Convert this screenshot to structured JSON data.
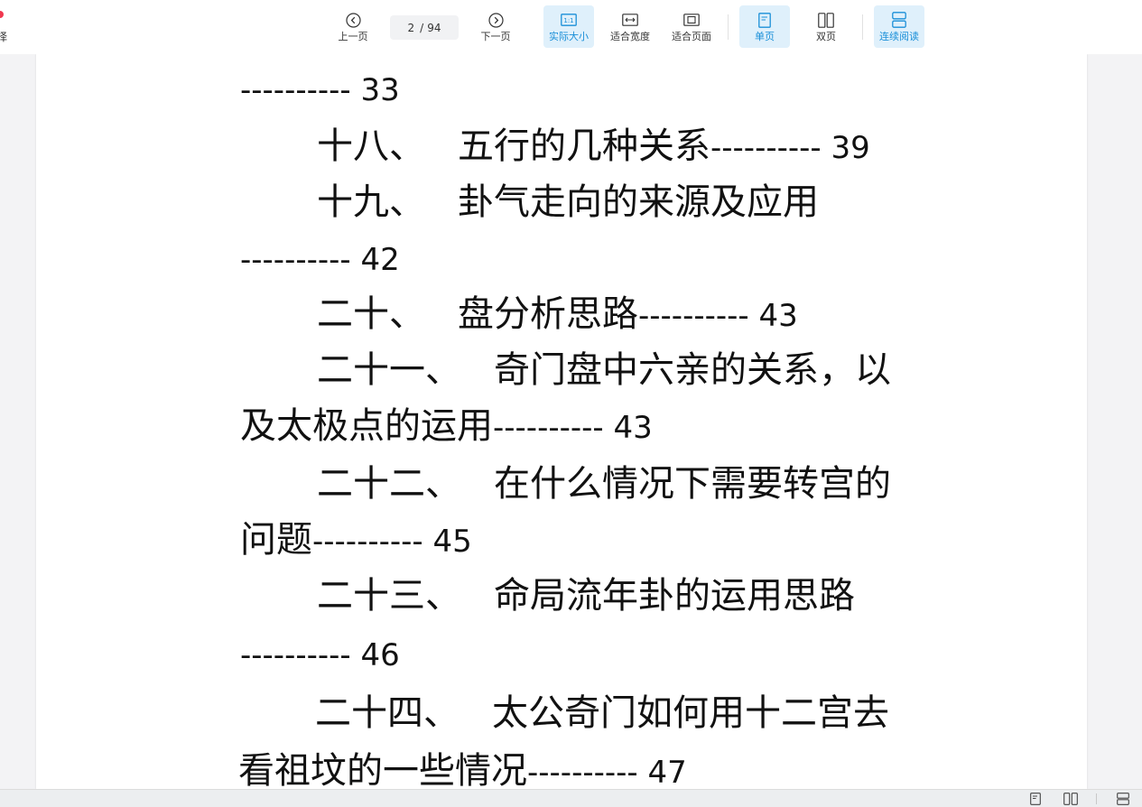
{
  "toolbar": {
    "left_stub_text": "择",
    "prev_label": "上一页",
    "next_label": "下一页",
    "current_page": "2",
    "page_separator": "/",
    "total_pages": "94",
    "actual_size_label": "实际大小",
    "fit_width_label": "适合宽度",
    "fit_page_label": "适合页面",
    "single_page_label": "单页",
    "double_page_label": "双页",
    "continuous_label": "连续阅读",
    "active_color": "#1a8fd8",
    "active_bg": "#dff0fb"
  },
  "document": {
    "lines": [
      {
        "text": "",
        "dash": "----------",
        "num": " 33"
      },
      {
        "text": "十八、",
        "text2": "五行的几种关系",
        "dash": "----------",
        "num": " 39"
      },
      {
        "text": "十九、",
        "text2": "卦气走向的来源及应用",
        "dash": "",
        "num": ""
      },
      {
        "text": "",
        "dash": "----------",
        "num": " 42"
      },
      {
        "text": "二十、",
        "text2": "盘分析思路",
        "dash": "----------",
        "num": " 43"
      },
      {
        "text": "二十一、",
        "text2": "奇门盘中六亲的关系，以",
        "dash": "",
        "num": ""
      },
      {
        "text": "及太极点的运用",
        "dash": "----------",
        "num": " 43"
      },
      {
        "text": "二十二、",
        "text2": "在什么情况下需要转宫的",
        "dash": "",
        "num": ""
      },
      {
        "text": "问题",
        "dash": "----------",
        "num": " 45"
      },
      {
        "text": "二十三、",
        "text2": "命局流年卦的运用思路",
        "dash": "",
        "num": ""
      },
      {
        "text": "",
        "dash": "----------",
        "num": " 46"
      },
      {
        "text": "二十四、",
        "text2": "太公奇门如何用十二宫去",
        "dash": "",
        "num": ""
      },
      {
        "text": "看祖坟的一些情况",
        "dash": "----------",
        "num": " 47"
      }
    ]
  }
}
